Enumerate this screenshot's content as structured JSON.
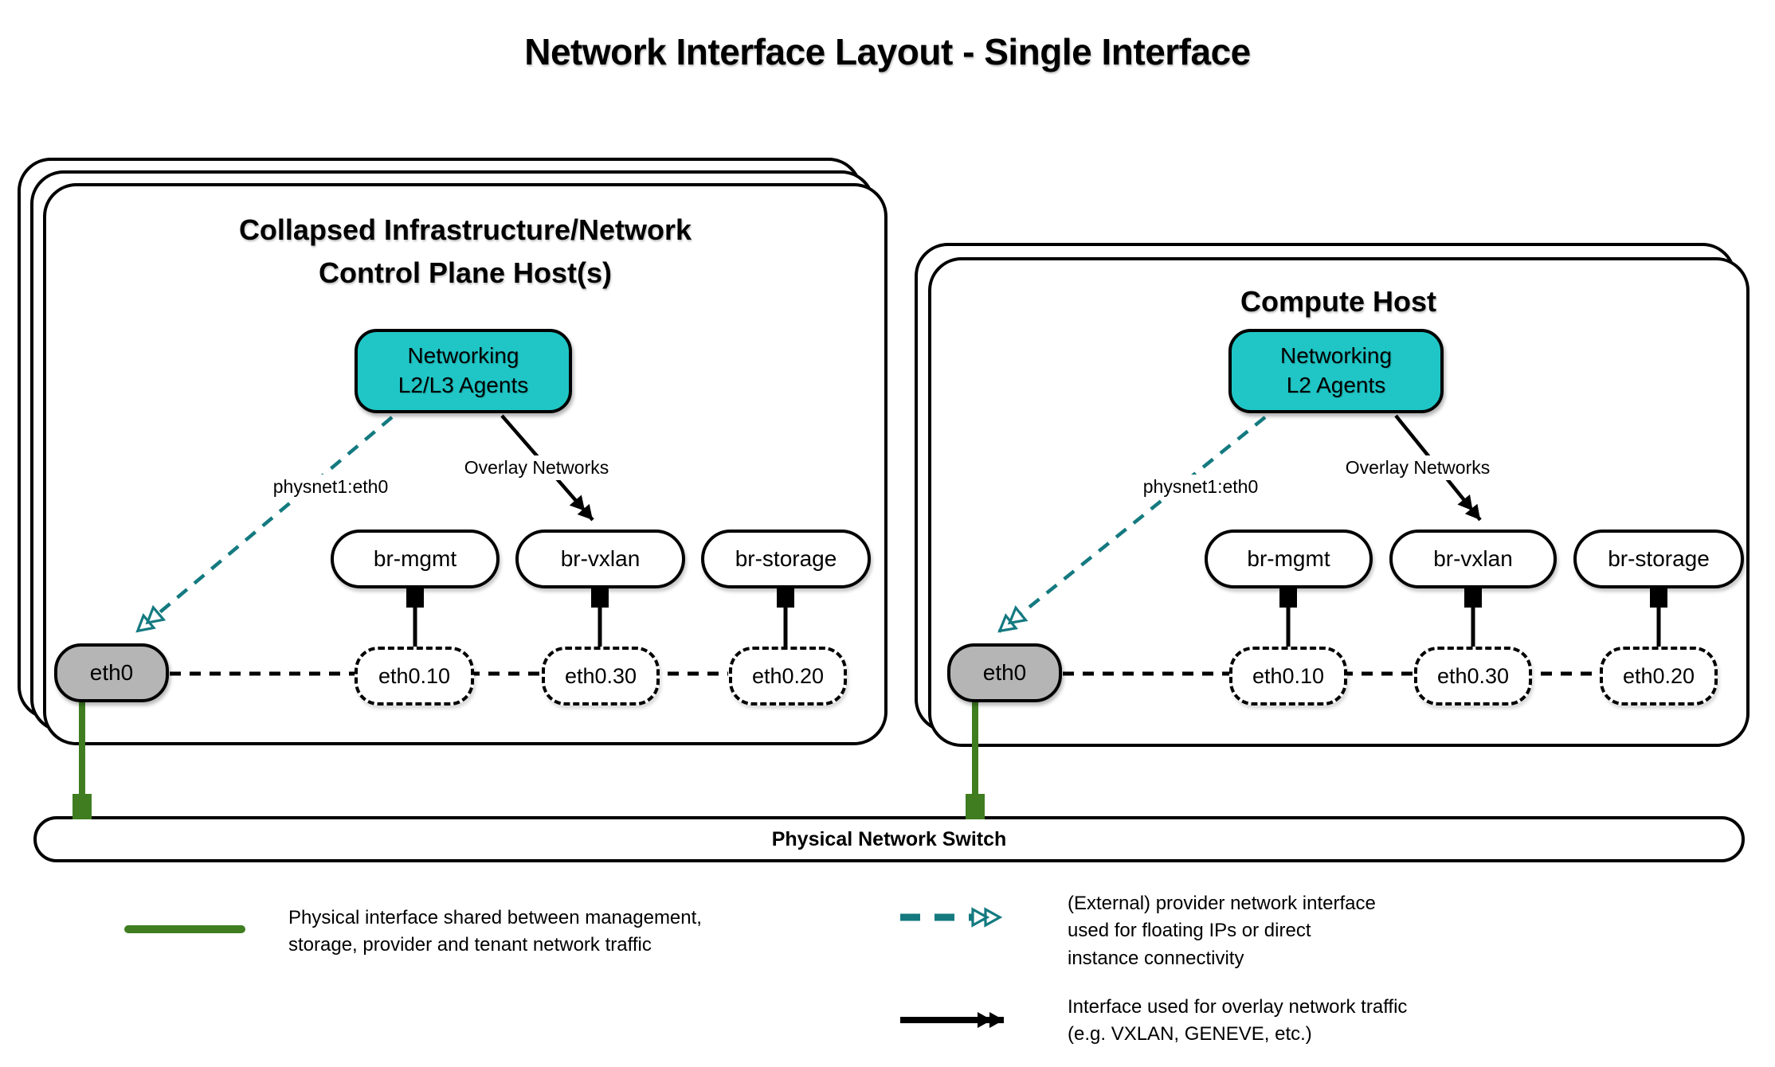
{
  "title": "Network Interface Layout - Single Interface",
  "hosts": [
    {
      "name": "Collapsed Infrastructure/Network\nControl Plane Host(s)",
      "agent": "Networking\nL2/L3 Agents",
      "physnet_label": "physnet1:eth0",
      "overlay_label": "Overlay Networks",
      "bridges": [
        "br-mgmt",
        "br-vxlan",
        "br-storage"
      ],
      "vlans": [
        "eth0.10",
        "eth0.30",
        "eth0.20"
      ],
      "eth": "eth0"
    },
    {
      "name": "Compute Host",
      "agent": "Networking\nL2 Agents",
      "physnet_label": "physnet1:eth0",
      "overlay_label": "Overlay Networks",
      "bridges": [
        "br-mgmt",
        "br-vxlan",
        "br-storage"
      ],
      "vlans": [
        "eth0.10",
        "eth0.30",
        "eth0.20"
      ],
      "eth": "eth0"
    }
  ],
  "switch": {
    "label": "Physical Network Switch"
  },
  "legend": [
    {
      "symbol": "green-solid-line",
      "text": "Physical interface shared between management,\nstorage, provider and tenant network traffic"
    },
    {
      "symbol": "teal-dashed-double-arrow",
      "text": "(External) provider network interface\nused for floating IPs or direct\ninstance connectivity"
    },
    {
      "symbol": "black-solid-double-arrow",
      "text": "Interface used for overlay network traffic\n(e.g. VXLAN, GENEVE, etc.)"
    }
  ],
  "colors": {
    "agent_fill": "#20c6c6",
    "provider_arrow": "#147a80",
    "physical_line": "#3f7d20",
    "eth_fill": "#b5b5b5",
    "outline": "#000000"
  }
}
